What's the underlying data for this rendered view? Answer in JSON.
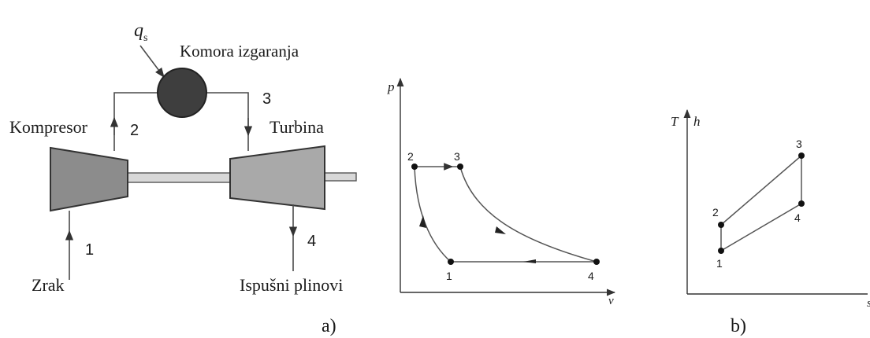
{
  "schematic": {
    "heat_label_main": "q",
    "heat_label_sub": "s",
    "combustion_chamber": "Komora izgaranja",
    "compressor": "Kompresor",
    "turbine": "Turbina",
    "air_in": "Zrak",
    "exhaust": "Ispušni plinovi",
    "points": [
      "1",
      "2",
      "3",
      "4"
    ],
    "colors": {
      "chamber": "#3e3e3e",
      "compressor": "#8c8c8c",
      "turbine": "#a9a9a9",
      "shaft": "#cfcfcf"
    }
  },
  "pv_diagram": {
    "y_axis": "p",
    "x_axis": "v",
    "points": [
      "1",
      "2",
      "3",
      "4"
    ]
  },
  "ts_diagram": {
    "y_axis_left": "T",
    "y_axis_right": "h",
    "x_axis": "s",
    "points": [
      "1",
      "2",
      "3",
      "4"
    ]
  },
  "captions": {
    "a": "a)",
    "b": "b)"
  }
}
